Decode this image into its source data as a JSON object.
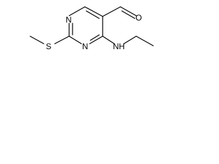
{
  "molecule": {
    "atoms": {
      "n_top": "N",
      "n_bottom": "N",
      "sulfur": "S",
      "oxygen": "O",
      "amine": "NH"
    },
    "colors": {
      "bond": "#000000",
      "label": "#000000",
      "background": "#ffffff"
    }
  }
}
